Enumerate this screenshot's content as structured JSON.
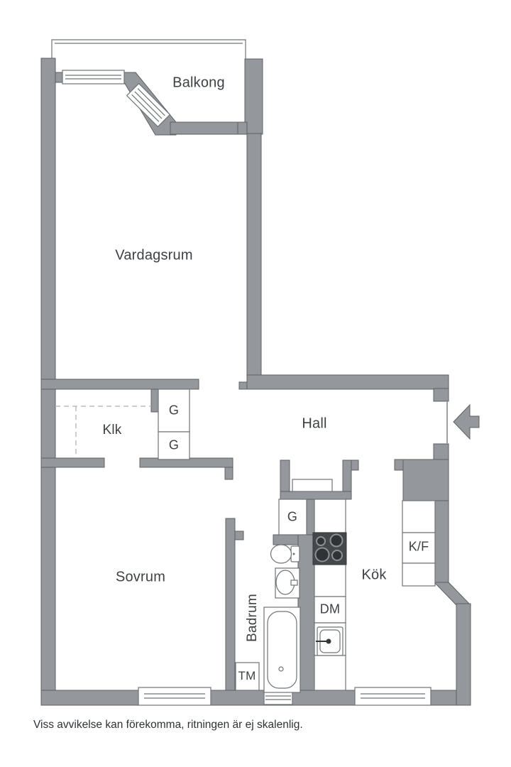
{
  "colors": {
    "wall_fill": "#94989c",
    "wall_outline": "#5d6165",
    "fixture_line": "#6e7377",
    "stove_fill": "#45484b",
    "text": "#3d4145",
    "dashed_line": "#b9bdc0"
  },
  "rooms": {
    "balcony": {
      "label": "Balkong"
    },
    "living_room": {
      "label": "Vardagsrum"
    },
    "closet": {
      "label": "Klk"
    },
    "hall": {
      "label": "Hall"
    },
    "bedroom": {
      "label": "Sovrum"
    },
    "bathroom": {
      "label": "Badrum"
    },
    "kitchen": {
      "label": "Kök"
    }
  },
  "fixtures": {
    "wardrobe_label": "G",
    "fridge_freezer_label": "K/F",
    "dishwasher_label": "DM",
    "washing_machine_label": "TM"
  },
  "footer": {
    "disclaimer": "Viss avvikelse kan förekomma, ritningen är ej skalenlig."
  }
}
